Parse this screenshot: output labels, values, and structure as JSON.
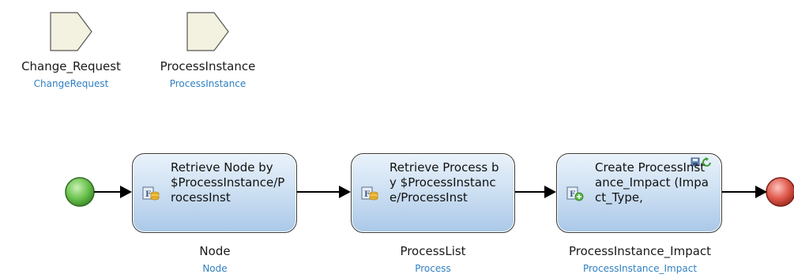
{
  "parameters": [
    {
      "name": "Change_Request",
      "type": "ChangeRequest"
    },
    {
      "name": "ProcessInstance",
      "type": "ProcessInstance"
    }
  ],
  "activities": [
    {
      "text": "Retrieve Node by $ProcessInstance/ProcessInst",
      "output_name": "Node",
      "output_type": "Node",
      "icon": "retrieve-icon"
    },
    {
      "text": "Retrieve Process by $ProcessInstance/ProcessInst",
      "output_name": "ProcessList",
      "output_type": "Process",
      "icon": "retrieve-icon"
    },
    {
      "text": "Create ProcessInstance_Impact (Impact_Type,",
      "output_name": "ProcessInstance_Impact",
      "output_type": "ProcessInstance_Impact",
      "icon": "create-object-icon",
      "badges": [
        "commit-icon",
        "refresh-icon"
      ]
    }
  ],
  "events": {
    "start": {
      "color": "#5fb94a",
      "icon": "start-event-icon"
    },
    "end": {
      "color": "#d94a3f",
      "icon": "end-event-icon"
    }
  },
  "colors": {
    "parameter_fill": "#f3f1df",
    "activity_fill_top": "#e9f2fb",
    "activity_fill_bottom": "#aac8e8",
    "type_text": "#2f7fc1",
    "flow_line": "#000000"
  }
}
